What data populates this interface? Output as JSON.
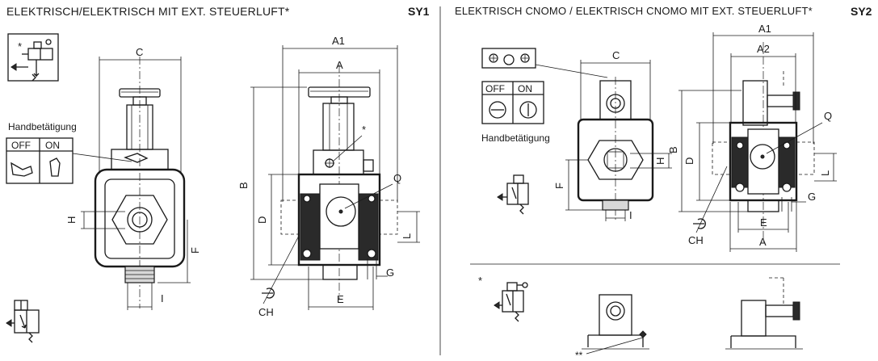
{
  "header_left": {
    "title": "ELEKTRISCH/ELEKTRISCH MIT EXT. STEUERLUFT*",
    "code": "SY1"
  },
  "header_right": {
    "title": "ELEKTRISCH CNOMO / ELEKTRISCH CNOMO MIT EXT. STEUERLUFT*",
    "code": "SY2"
  },
  "left_panel": {
    "asterisk": "*",
    "manual_label": "Handbetätigung",
    "off_label": "OFF",
    "on_label": "ON",
    "dims": {
      "C": "C",
      "H": "H",
      "F": "F",
      "I": "I",
      "A1": "A1",
      "A": "A",
      "B": "B",
      "D": "D",
      "Q": "Q",
      "L": "L",
      "G": "G",
      "E": "E",
      "CH": "CH",
      "star": "*"
    }
  },
  "right_panel": {
    "manual_label": "Handbetätigung",
    "off_label": "OFF",
    "on_label": "ON",
    "asterisk": "*",
    "double_asterisk": "**",
    "dims": {
      "C": "C",
      "H": "H",
      "F": "F",
      "I": "I",
      "A1": "A1",
      "A2": "A2",
      "A": "A",
      "B": "B",
      "D": "D",
      "Q": "Q",
      "L": "L",
      "G": "G",
      "E": "E",
      "CH": "CH"
    }
  }
}
